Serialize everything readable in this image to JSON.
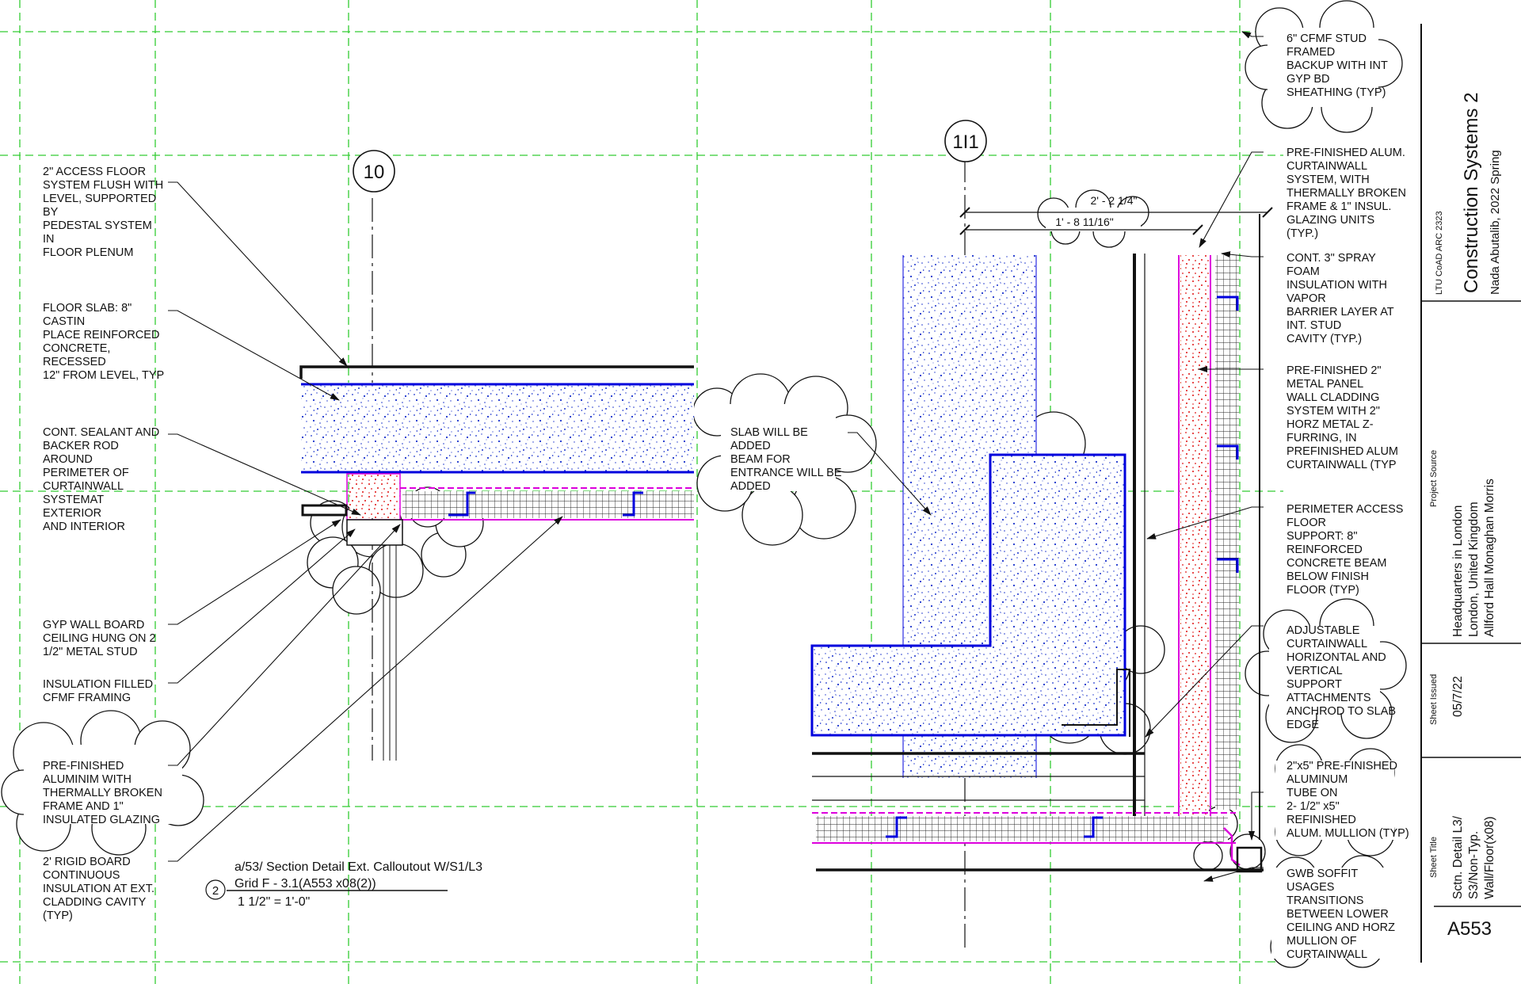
{
  "grid_bubbles": {
    "left": "10",
    "right": "1I1"
  },
  "dimensions": {
    "overall": "2' - 2 1/4\"",
    "inner": "1' - 8 11/16\""
  },
  "left_notes": [
    {
      "lines": [
        "2\" ACCESS FLOOR",
        "SYSTEM FLUSH WITH",
        "LEVEL, SUPPORTED",
        "BY",
        "PEDESTAL SYSTEM",
        "IN",
        "FLOOR PLENUM"
      ]
    },
    {
      "lines": [
        "FLOOR SLAB: 8\"",
        "CASTIN",
        "PLACE REINFORCED",
        "CONCRETE,",
        "RECESSED",
        "12\" FROM LEVEL, TYP"
      ]
    },
    {
      "lines": [
        "CONT. SEALANT AND",
        "BACKER ROD",
        "AROUND",
        "PERIMETER OF",
        "CURTAINWALL",
        "SYSTEMAT",
        "EXTERIOR",
        "AND INTERIOR"
      ]
    },
    {
      "lines": [
        "GYP WALL BOARD",
        "CEILING HUNG ON 2",
        "1/2\" METAL STUD"
      ]
    },
    {
      "lines": [
        "INSULATION FILLED",
        "CFMF FRAMING"
      ]
    },
    {
      "lines": [
        "PRE-FINISHED",
        "ALUMINIM WITH",
        "THERMALLY BROKEN",
        "FRAME AND 1\"",
        "INSULATED GLAZING"
      ]
    },
    {
      "lines": [
        "2' RIGID BOARD",
        "CONTINUOUS",
        "INSULATION AT EXT.",
        "CLADDING CAVITY",
        "(TYP)"
      ]
    }
  ],
  "center_note": {
    "lines": [
      "SLAB  WILL BE",
      "ADDED",
      "BEAM FOR",
      "ENTRANCE WILL BE",
      "ADDED"
    ]
  },
  "right_notes": [
    {
      "lines": [
        "6\" CFMF STUD",
        "FRAMED",
        "BACKUP WITH INT",
        "GYP BD",
        "SHEATHING (TYP)"
      ]
    },
    {
      "lines": [
        "PRE-FINISHED ALUM.",
        "CURTAINWALL",
        "SYSTEM, WITH",
        "THERMALLY BROKEN",
        "FRAME & 1\" INSUL.",
        "GLAZING UNITS",
        "(TYP.)"
      ]
    },
    {
      "lines": [
        "CONT. 3\" SPRAY",
        "FOAM",
        "INSULATION WITH",
        "VAPOR",
        "BARRIER LAYER AT",
        "INT. STUD",
        "CAVITY (TYP.)"
      ]
    },
    {
      "lines": [
        "PRE-FINISHED 2\"",
        "METAL PANEL",
        "WALL CLADDING",
        "SYSTEM WITH 2\"",
        "HORZ METAL Z-",
        "FURRING, IN",
        "PREFINISHED ALUM",
        "CURTAINWALL (TYP"
      ]
    },
    {
      "lines": [
        "PERIMETER ACCESS",
        "FLOOR",
        "SUPPORT: 8\"",
        "REINFORCED",
        "CONCRETE BEAM",
        "BELOW FINISH",
        "FLOOR (TYP)"
      ]
    },
    {
      "lines": [
        "ADJUSTABLE",
        "CURTAINWALL",
        "HORIZONTAL AND",
        "VERTICAL",
        "SUPPORT",
        "ATTACHMENTS",
        "ANCHROD TO SLAB",
        "EDGE"
      ]
    },
    {
      "lines": [
        "2\"x5\" PRE-FINISHED",
        "ALUMINUM",
        "TUBE ON",
        "2- 1/2\" x5\"",
        "REFINISHED",
        "ALUM. MULLION (TYP)"
      ]
    },
    {
      "lines": [
        "GWB SOFFIT",
        "USAGES",
        "TRANSITIONS",
        "BETWEEN LOWER",
        "CEILING AND HORZ",
        "MULLION OF",
        "CURTAINWALL"
      ]
    }
  ],
  "view_title": {
    "number": "2",
    "line1": "a/53/ Section Detail Ext. Calloutout W/S1/L3",
    "line2": "Grid F - 3.1(A553 x08(2))",
    "scale": "1 1/2\" = 1'-0\""
  },
  "title_block": {
    "course": "LTU CoAD ARC 2323",
    "course_title": "Construction Systems 2",
    "author": "Nada Abutalib, 2022 Spring",
    "project_label": "Project Source",
    "project_lines": [
      "Headquarters in London",
      "London, United Kingdom",
      "Allford Hall Monaghan Morris"
    ],
    "issued_label": "Sheet Issued",
    "issued_date": "05/7/22",
    "sheet_title_label": "Sheet Title",
    "sheet_title_lines": [
      "Sctn. Detail L3/",
      "S3/Non-Typ.",
      "Wall/Floor(x08)"
    ],
    "sheet_number": "A553"
  },
  "colors": {
    "grid": "#33cc33",
    "slab_edge": "#0000dd",
    "concrete_dots": "#1a33cc",
    "insulation_dots": "#e01010",
    "membrane": "#dd00dd",
    "line": "#111111"
  }
}
